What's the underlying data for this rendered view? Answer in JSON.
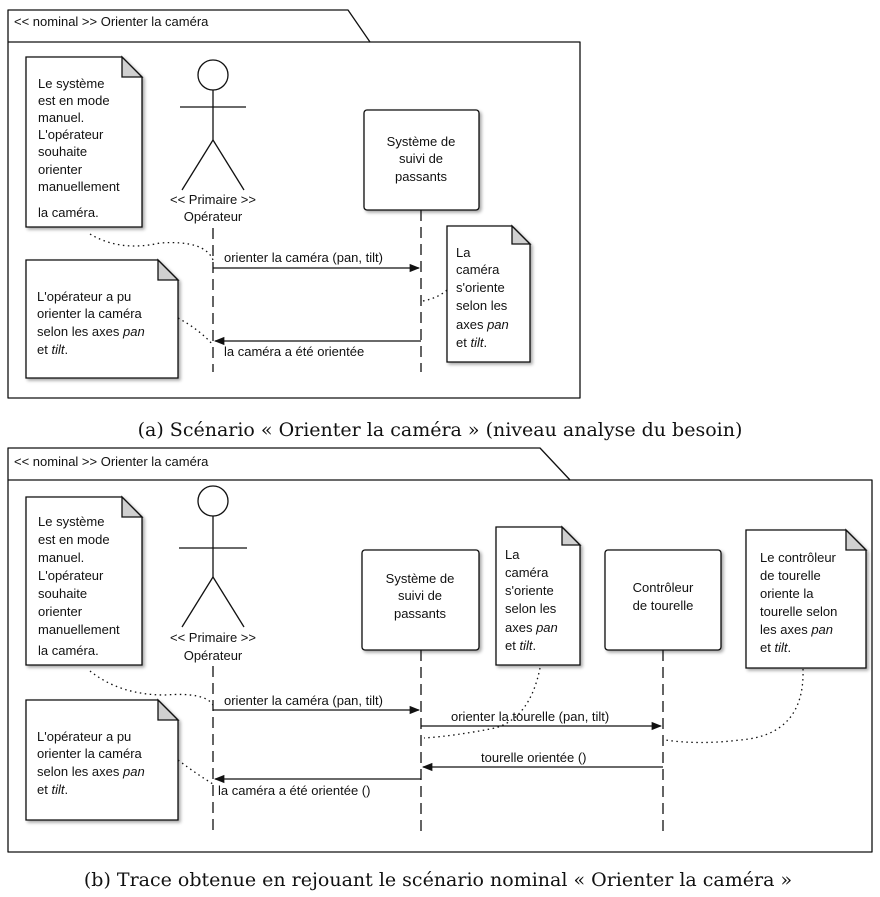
{
  "diagram_a": {
    "frame_label": "<< nominal >> Orienter la caméra",
    "actor": {
      "stereotype": "<< Primaire >>",
      "name": "Opérateur"
    },
    "system_lines": [
      "Système de",
      "suivi de",
      "passants"
    ],
    "note_left_top": [
      "Le système",
      "est en mode",
      "manuel.",
      "L'opérateur",
      "souhaite",
      "orienter",
      "manuellement",
      "la caméra."
    ],
    "note_left_bottom": [
      "L'opérateur a pu",
      "orienter la caméra",
      "selon les axes ",
      "pan",
      "et ",
      "tilt",
      "."
    ],
    "note_right": [
      "La",
      "caméra",
      "s'oriente",
      "selon les",
      "axes ",
      "pan",
      "et ",
      "tilt",
      "."
    ],
    "msg_request": "orienter la caméra (pan, tilt)",
    "msg_reply": "la caméra a été orientée",
    "caption": "(a) Scénario « Orienter la caméra » (niveau analyse du besoin)"
  },
  "diagram_b": {
    "frame_label": "<< nominal >> Orienter la caméra",
    "actor": {
      "stereotype": "<< Primaire >>",
      "name": "Opérateur"
    },
    "system_lines": [
      "Système de",
      "suivi de",
      "passants"
    ],
    "controller_lines": [
      "Contrôleur",
      "de tourelle"
    ],
    "note_left_top": [
      "Le système",
      "est en mode",
      "manuel.",
      "L'opérateur",
      "souhaite",
      "orienter",
      "manuellement",
      "la caméra."
    ],
    "note_left_bottom": [
      "L'opérateur a pu",
      "orienter la caméra",
      "selon les axes ",
      "pan",
      "et ",
      "tilt",
      "."
    ],
    "note_mid": [
      "La",
      "caméra",
      "s'oriente",
      "selon les",
      "axes ",
      "pan",
      "et ",
      "tilt",
      "."
    ],
    "note_right": [
      "Le contrôleur",
      "de tourelle",
      "oriente la",
      "tourelle selon",
      "les axes ",
      "pan",
      "et ",
      "tilt",
      "."
    ],
    "msg_request": "orienter la caméra (pan, tilt)",
    "msg_turret": "orienter la tourelle (pan, tilt)",
    "msg_turret_reply": "tourelle orientée ()",
    "msg_reply": "la caméra a été orientée ()",
    "caption": "(b) Trace obtenue en rejouant le scénario nominal « Orienter la caméra »"
  }
}
